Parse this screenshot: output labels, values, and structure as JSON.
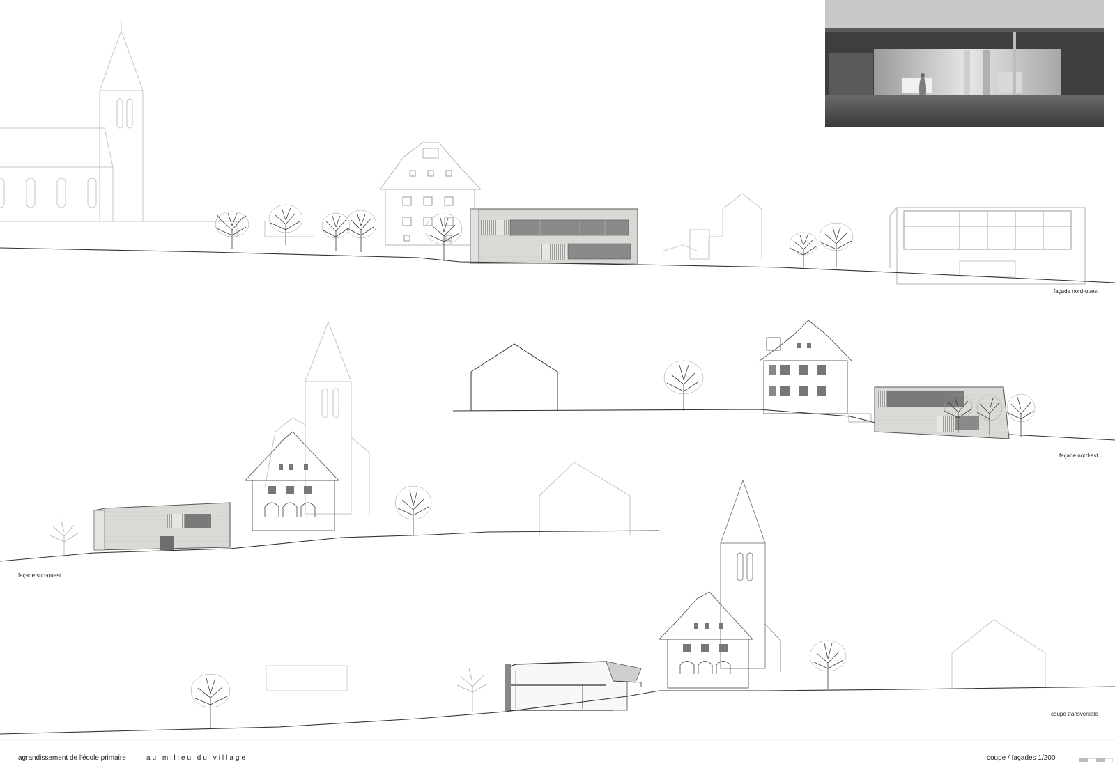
{
  "drawings": [
    {
      "id": "facade-nord-ouest",
      "label": "façade nord-ouest"
    },
    {
      "id": "facade-nord-est",
      "label": "façade nord-est"
    },
    {
      "id": "facade-sud-ouest",
      "label": "façade sud-ouest"
    },
    {
      "id": "coupe-transversale",
      "label": "coupe transversale"
    }
  ],
  "footer": {
    "project": "agrandissement de l'école primaire",
    "subtitle": "au milieu du village",
    "sheet": "coupe / façades 1/200"
  },
  "colors": {
    "line_main": "#333333",
    "line_context": "#c4c4c4",
    "concrete": "#d9d7d3",
    "render_dark": "#4a4a4a"
  }
}
